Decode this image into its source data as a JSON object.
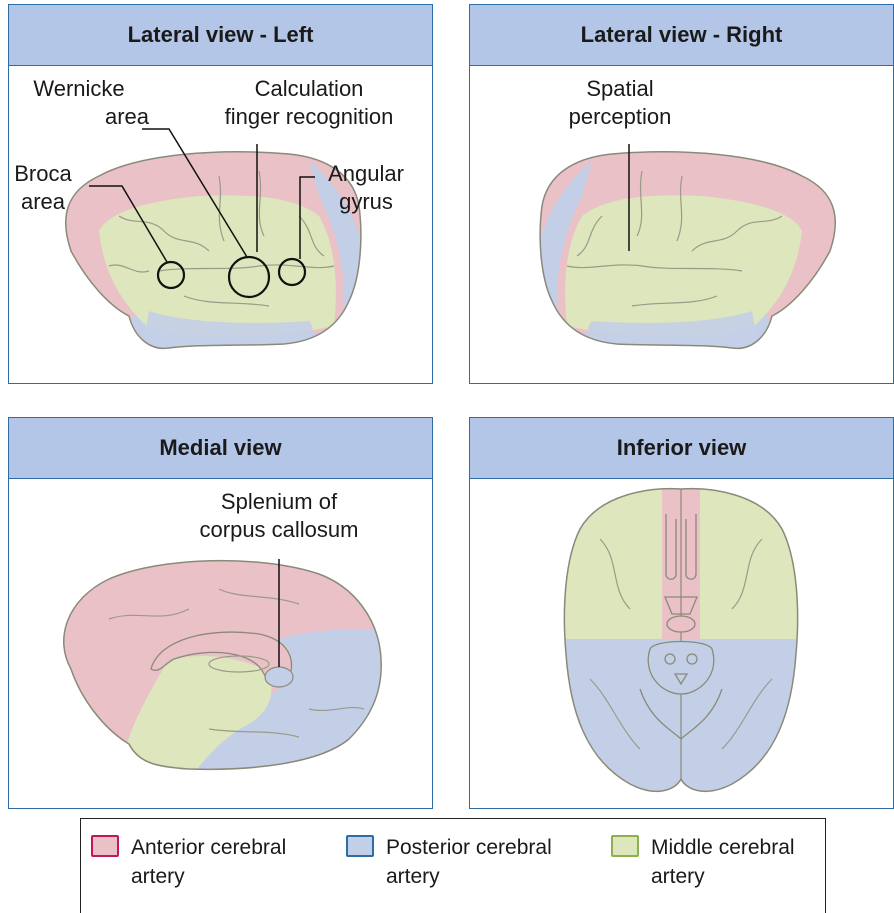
{
  "panels": {
    "lateral_left": {
      "title": "Lateral view - Left",
      "labels": {
        "wernicke_1": "Wernicke",
        "wernicke_2": "area",
        "calc_1": "Calculation",
        "calc_2": "finger recognition",
        "broca_1": "Broca",
        "broca_2": "area",
        "angular_1": "Angular",
        "angular_2": "gyrus"
      }
    },
    "lateral_right": {
      "title": "Lateral view - Right",
      "labels": {
        "spatial_1": "Spatial",
        "spatial_2": "perception"
      }
    },
    "medial": {
      "title": "Medial view",
      "labels": {
        "splenium_1": "Splenium of",
        "splenium_2": "corpus callosum"
      }
    },
    "inferior": {
      "title": "Inferior view"
    }
  },
  "legend": {
    "items": [
      {
        "label": "Anterior cerebral artery",
        "line1": "Anterior cerebral",
        "line2": "artery",
        "color": "#e9c1c6",
        "border": "#c2185b"
      },
      {
        "label": "Posterior cerebral artery",
        "line1": "Posterior cerebral",
        "line2": "artery",
        "color": "#c3cfe7",
        "border": "#2e6da4"
      },
      {
        "label": "Middle cerebral artery",
        "line1": "Middle cerebral",
        "line2": "artery",
        "color": "#dde6bc",
        "border": "#8cb04a"
      }
    ]
  },
  "colors": {
    "anterior": "#e9c1c6",
    "posterior": "#c3cfe7",
    "middle": "#dde6bc",
    "panel_border": "#2e6da4",
    "header_fill": "#b3c6e7"
  }
}
